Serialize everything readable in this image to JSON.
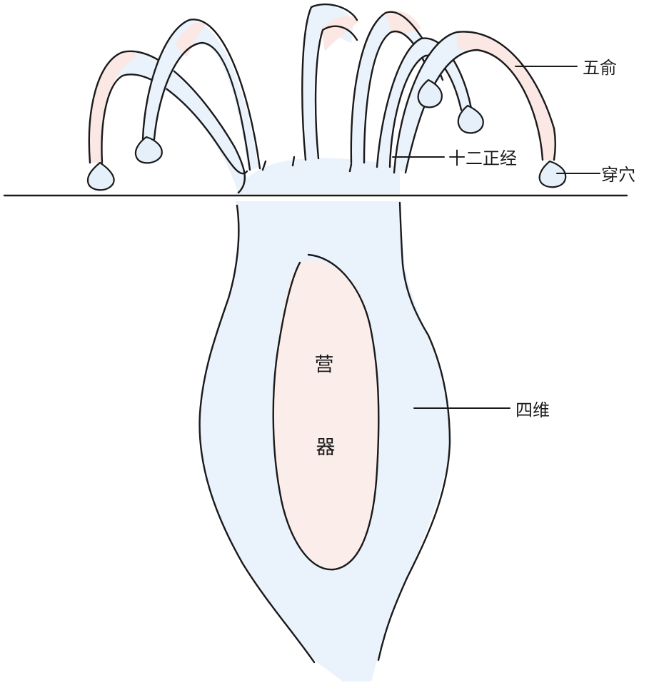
{
  "organ": {
    "chars": [
      "营",
      "器"
    ]
  },
  "labels": {
    "wu_shu": "五俞",
    "shi_er_jing": "十二正经",
    "xue": "穿穴",
    "si_wei": "四维"
  },
  "colors": {
    "body_fill": "#eaf2fb",
    "organ_fill": "#fbeeea",
    "limb_tip_fill": "#fbe8e4",
    "ink": "#1a1a1a"
  }
}
